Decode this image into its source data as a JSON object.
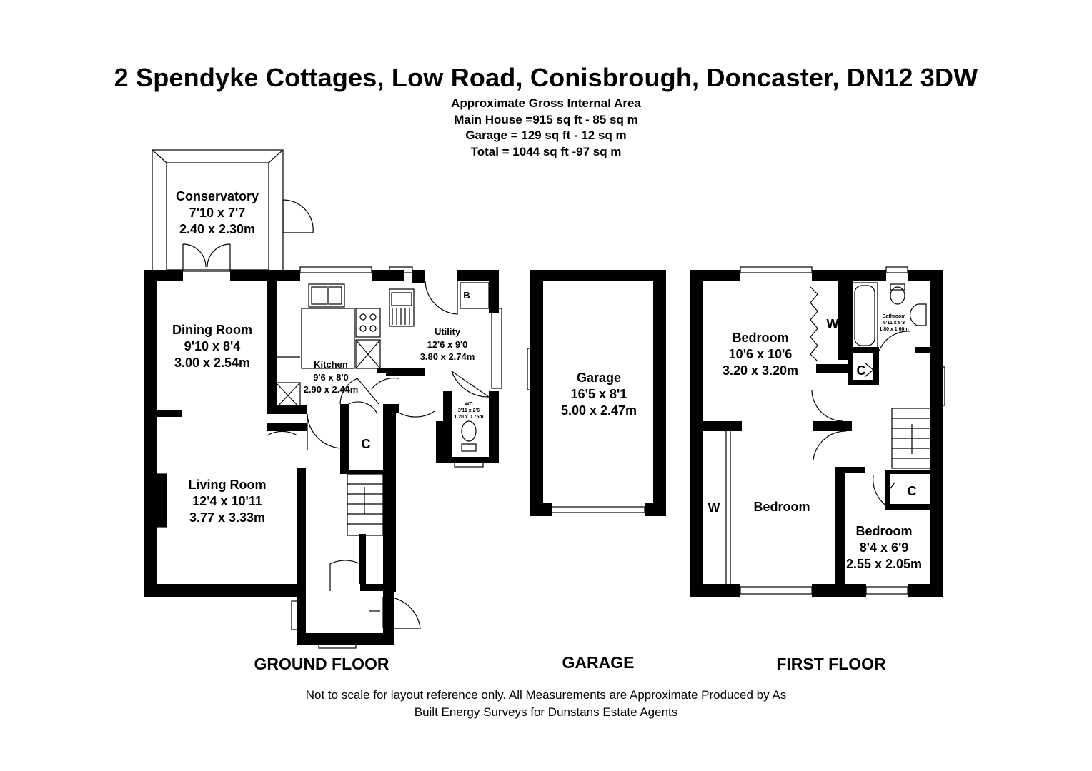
{
  "title": "2 Spendyke Cottages, Low Road, Conisbrough, Doncaster, DN12 3DW",
  "area": {
    "heading": "Approximate Gross Internal Area",
    "main_house": "Main House =915 sq ft - 85 sq m",
    "garage": "Garage = 129 sq ft - 12 sq m",
    "total": "Total = 1044 sq ft -97 sq m"
  },
  "rooms": {
    "conservatory": {
      "name": "Conservatory",
      "imperial": "7'10 x 7'7",
      "metric": "2.40 x 2.30m"
    },
    "dining": {
      "name": "Dining Room",
      "imperial": "9'10 x 8'4",
      "metric": "3.00 x 2.54m"
    },
    "living": {
      "name": "Living Room",
      "imperial": "12'4 x 10'11",
      "metric": "3.77 x 3.33m"
    },
    "kitchen": {
      "name": "Kitchen",
      "imperial": "9'6 x 8'0",
      "metric": "2.90 x 2.44m"
    },
    "utility": {
      "name": "Utility",
      "imperial": "12'6 x 9'0",
      "metric": "3.80 x 2.74m"
    },
    "wc": {
      "name": "WC",
      "imperial": "3'11 x 2'6",
      "metric": "1.20 x 0.75m"
    },
    "garage": {
      "name": "Garage",
      "imperial": "16'5 x 8'1",
      "metric": "5.00 x 2.47m"
    },
    "bedroom1": {
      "name": "Bedroom",
      "imperial": "10'6 x 10'6",
      "metric": "3.20 x 3.20m"
    },
    "bedroom2": {
      "name": "Bedroom"
    },
    "bedroom3": {
      "name": "Bedroom",
      "imperial": "8'4 x 6'9",
      "metric": "2.55 x 2.05m"
    },
    "bathroom": {
      "name": "Bathroom",
      "imperial": "5'11 x 5'3",
      "metric": "1.80 x 1.60m"
    }
  },
  "marks": {
    "cupboard": "C",
    "wardrobe": "W",
    "boiler": "B"
  },
  "floors": {
    "ground": "GROUND FLOOR",
    "garage": "GARAGE",
    "first": "FIRST FLOOR"
  },
  "footer": {
    "line1": "Not to scale for layout reference only. All Measurements are Approximate Produced by As",
    "line2": "Built Energy Surveys for Dunstans Estate Agents"
  }
}
